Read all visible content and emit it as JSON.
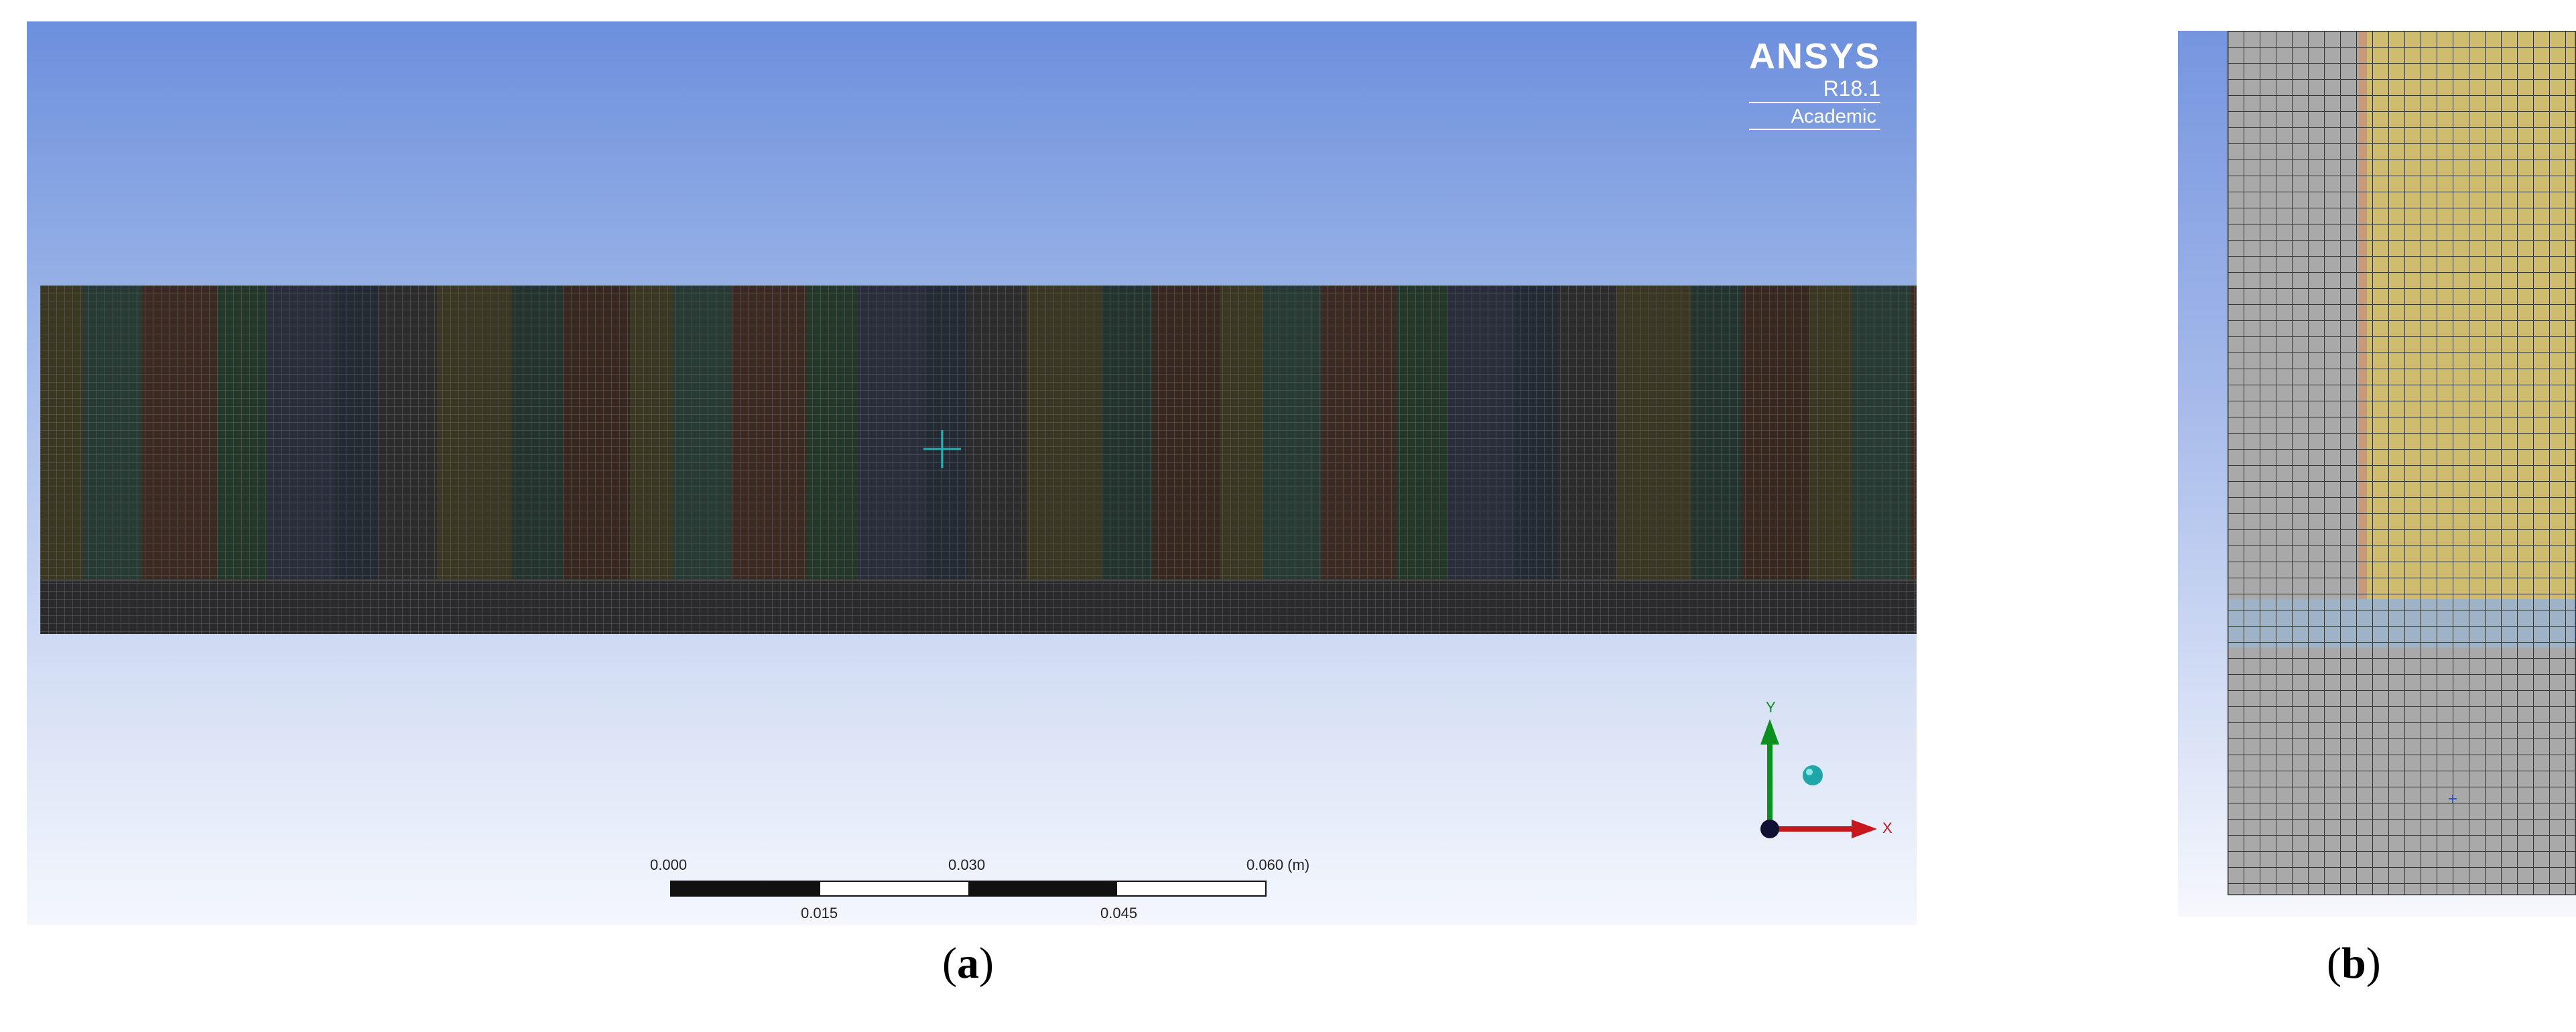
{
  "panel_a": {
    "logo": {
      "name": "ANSYS",
      "version": "R18.1",
      "edition": "Academic"
    },
    "scale_bar": {
      "top_labels": [
        "0.000",
        "0.030",
        "0.060 (m)"
      ],
      "bottom_labels": [
        "0.015",
        "0.045"
      ]
    },
    "triad": {
      "y_label": "Y",
      "x_label": "X"
    },
    "caption": {
      "open": "(",
      "letter": "a",
      "close": ")"
    }
  },
  "panel_b": {
    "caption": {
      "open": "(",
      "letter": "b",
      "close": ")"
    }
  },
  "colors": {
    "background_top": "#6c8fdd",
    "background_bottom": "#f4f7fd",
    "mesh_dark": "#262627",
    "mesh_light_grey": "#a9a9aa",
    "mesh_yellow": "#cdbd6c",
    "mesh_blue_band": "#9eb3c8",
    "axis_y_green": "#0b8f1e",
    "axis_x_red": "#c8181f",
    "axis_sphere_teal": "#1fa6a8"
  }
}
